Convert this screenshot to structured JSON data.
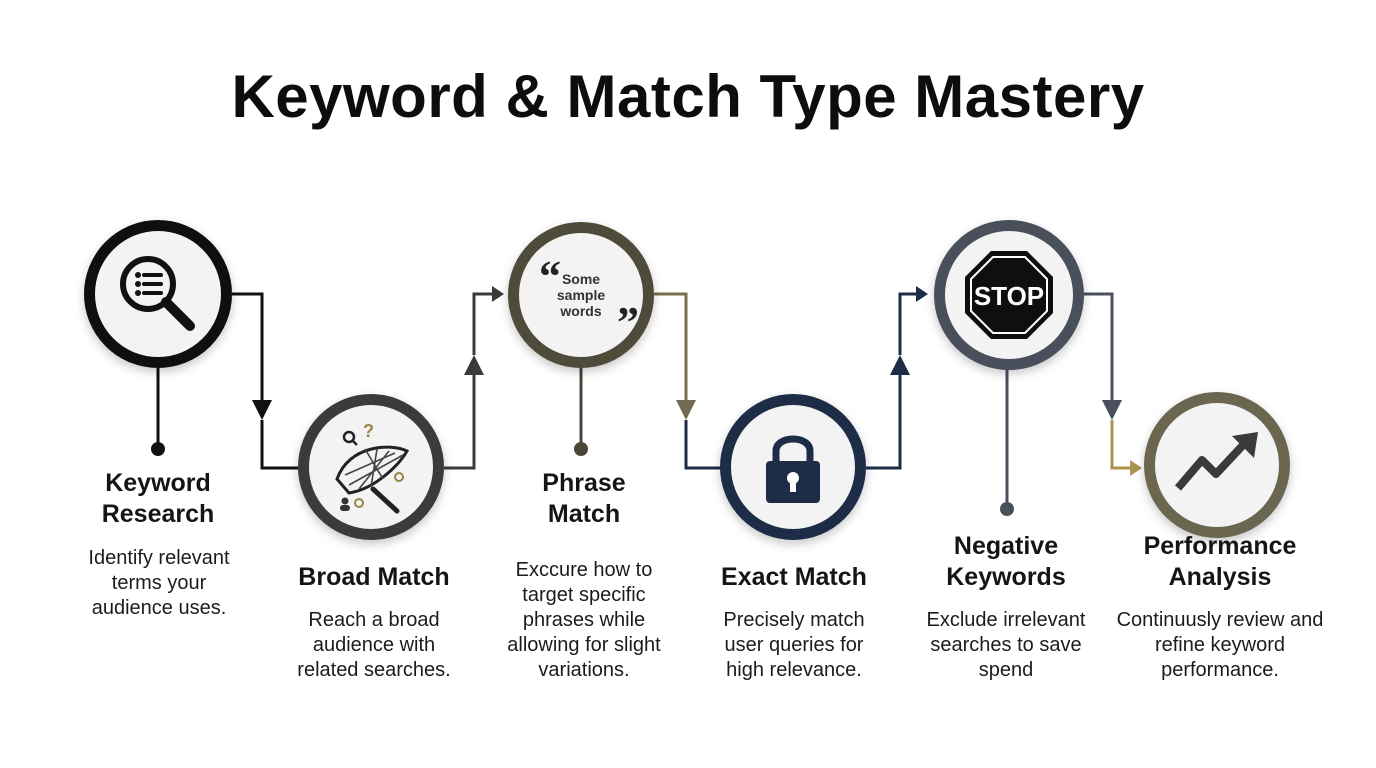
{
  "title": "Keyword & Match Type Mastery",
  "colors": {
    "black": "#111111",
    "charcoal": "#3b3b3b",
    "olive": "#7a6f4a",
    "navy": "#1d2c47",
    "slate": "#4a4f5c",
    "gold": "#a8934f"
  },
  "steps": [
    {
      "title": "Keyword Research",
      "description": "Identify relevant terms your audience uses.",
      "icon": "magnifier-list-icon"
    },
    {
      "title": "Broad Match",
      "description": "Reach a broad audience with related searches.",
      "icon": "net-icon"
    },
    {
      "title": "Phrase Match",
      "description": "Exccure how to target specific phrases while allowing for slight variations.",
      "icon": "quote-icon",
      "quote_text": "Some sample words"
    },
    {
      "title": "Exact Match",
      "description": "Precisely match user queries for high relevance.",
      "icon": "padlock-icon"
    },
    {
      "title": "Negative Keywords",
      "description": "Exclude irrelevant searches to save spend",
      "icon": "stop-sign-icon",
      "sign_text": "STOP"
    },
    {
      "title": "Performance Analysis",
      "description": "Continuusly review and refine keyword performance.",
      "icon": "trend-up-icon"
    }
  ]
}
